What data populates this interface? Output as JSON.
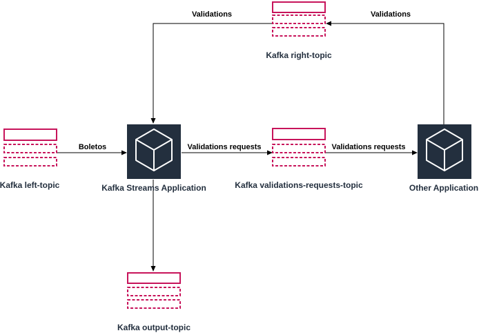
{
  "nodes": {
    "left_topic": "Kafka left-topic",
    "streams_app": "Kafka Streams Application",
    "validations_topic": "Kafka validations-requests-topic",
    "other_app": "Other Application",
    "right_topic": "Kafka right-topic",
    "output_topic": "Kafka output-topic"
  },
  "edges": {
    "left_to_streams": "Boletos",
    "streams_to_validations": "Validations requests",
    "validations_to_other": "Validations requests",
    "other_to_right": "Validations",
    "right_to_streams": "Validations"
  },
  "colors": {
    "topic_stroke": "#c7135a",
    "app_fill": "#232f3e"
  },
  "icons": {
    "topic": "kafka-topic-icon",
    "application": "cube-icon"
  }
}
